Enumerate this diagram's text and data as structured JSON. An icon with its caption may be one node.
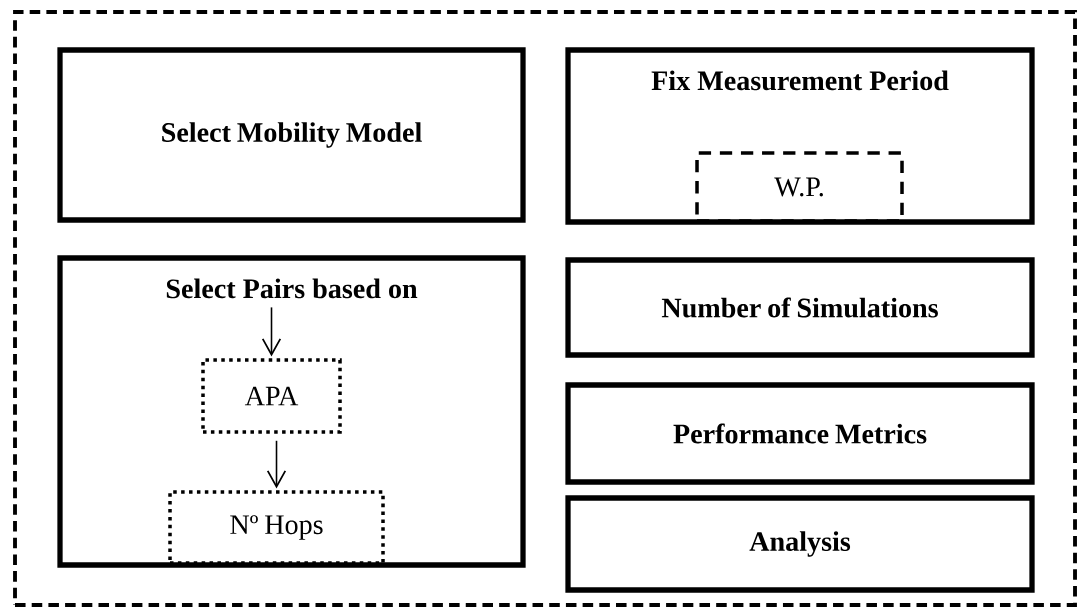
{
  "diagram": {
    "nodes": [
      {
        "text": [],
        "shape": "box"
      },
      {
        "text": [
          "Select Mobility Model"
        ],
        "in": 0
      },
      {
        "text": [
          "Fix Measurement Period"
        ],
        "in": 0
      },
      {
        "text": [
          "W.P."
        ],
        "in": 2
      },
      {
        "text": [
          "Select Pairs based on"
        ],
        "in": 0
      },
      {
        "text": [
          "APA"
        ],
        "in": 4
      },
      {
        "text": [
          "Nº Hops"
        ],
        "in": 4
      },
      {
        "text": [
          "Number of Simulations"
        ],
        "in": 0
      },
      {
        "text": [
          "Performance Metrics"
        ],
        "in": 0
      },
      {
        "text": [
          "Analysis"
        ],
        "in": 0
      }
    ],
    "edges": [
      {
        "from": 4,
        "to": 5,
        "arrow": "to"
      },
      {
        "from": 5,
        "to": 6,
        "arrow": "to"
      }
    ]
  }
}
